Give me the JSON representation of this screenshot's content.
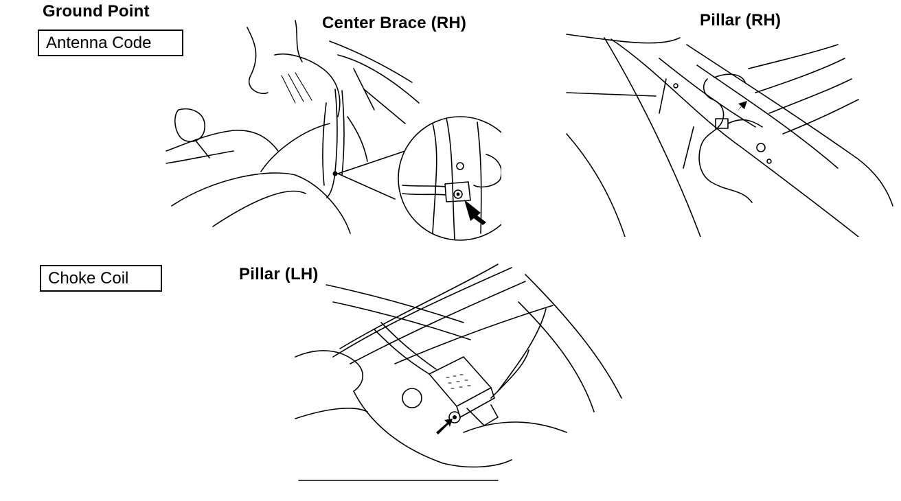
{
  "heading": "Ground Point",
  "labels": {
    "antenna_code": "Antenna Code",
    "choke_coil": "Choke Coil"
  },
  "figures": {
    "center_brace": "Center Brace (RH)",
    "pillar_rh": "Pillar (RH)",
    "pillar_lh": "Pillar (LH)"
  }
}
